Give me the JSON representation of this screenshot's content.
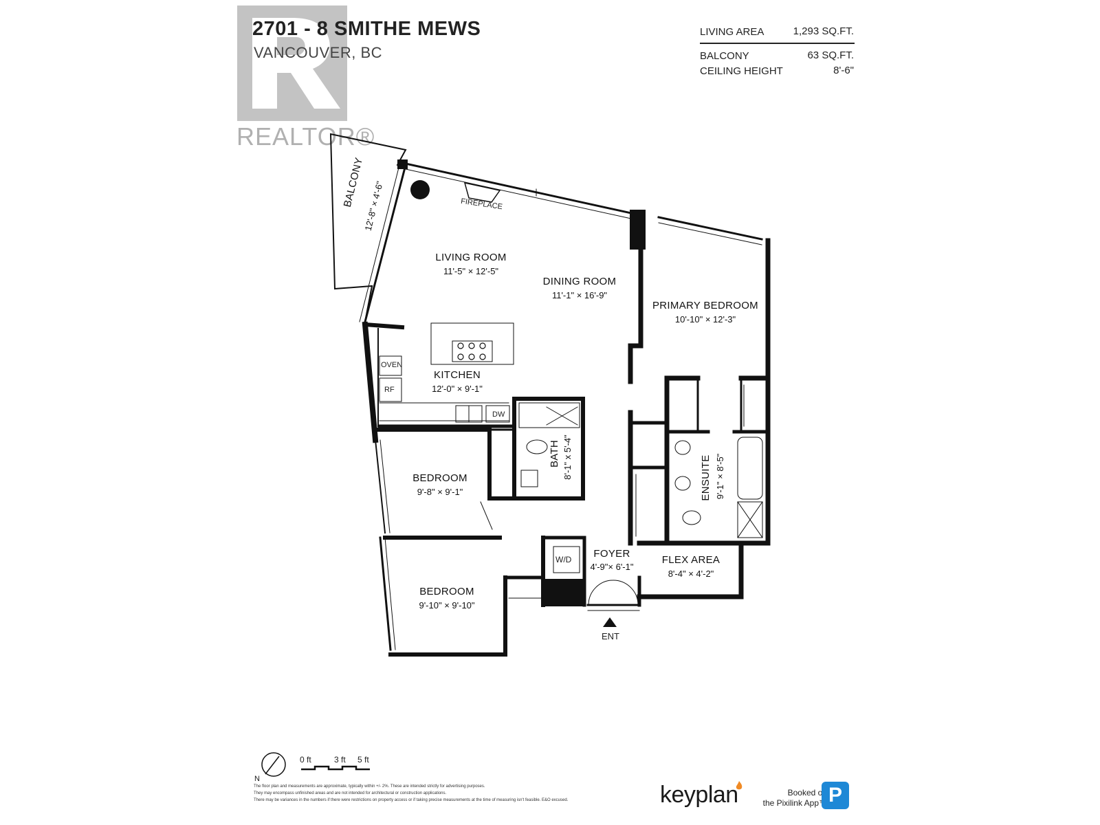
{
  "header": {
    "title": "2701 - 8 SMITHE MEWS",
    "subtitle": "VANCOUVER, BC"
  },
  "watermark": {
    "text": "REALTOR®"
  },
  "area_info": [
    {
      "label": "LIVING AREA",
      "value": "1,293 SQ.FT."
    },
    {
      "label": "BALCONY",
      "value": "63 SQ.FT."
    },
    {
      "label": "CEILING HEIGHT",
      "value": "8'-6\""
    }
  ],
  "rooms": {
    "balcony": {
      "name": "BALCONY",
      "dims": "12'-8\" × 4'-6\""
    },
    "fireplace": {
      "name": "FIREPLACE"
    },
    "living": {
      "name": "LIVING ROOM",
      "dims": "11'-5\" × 12'-5\""
    },
    "dining": {
      "name": "DINING ROOM",
      "dims": "11'-1\" × 16'-9\""
    },
    "primary": {
      "name": "PRIMARY BEDROOM",
      "dims": "10'-10\" × 12'-3\""
    },
    "kitchen": {
      "name": "KITCHEN",
      "dims": "12'-0\" × 9'-1\""
    },
    "oven": {
      "name": "OVEN"
    },
    "rf": {
      "name": "RF"
    },
    "dw": {
      "name": "DW"
    },
    "bath": {
      "name": "BATH",
      "dims": "8'-1\" x 5'-4\""
    },
    "bedroom1": {
      "name": "BEDROOM",
      "dims": "9'-8\" × 9'-1\""
    },
    "ensuite": {
      "name": "ENSUITE",
      "dims": "9'-1\" × 8'-5\""
    },
    "wd": {
      "name": "W/D"
    },
    "foyer": {
      "name": "FOYER",
      "dims": "4'-9\"× 6'-1\""
    },
    "flex": {
      "name": "FLEX AREA",
      "dims": "8'-4\" × 4'-2\""
    },
    "bedroom2": {
      "name": "BEDROOM",
      "dims": "9'-10\" × 9'-10\""
    },
    "ent": {
      "name": "ENT"
    }
  },
  "scale": {
    "compass": "N",
    "labels": [
      "0 ft",
      "3 ft",
      "5 ft"
    ]
  },
  "disclaimer": [
    "The floor plan and measurements are approximate, typically within +/- 2%. These are intended strictly for advertising purposes.",
    "They may encompass unfinished areas and are not intended for architectural or construction applications.",
    "There may be variances in the numbers if there were restrictions on property access or if taking precise measurements at the time of measuring isn't feasible. E&O excused."
  ],
  "footer": {
    "brand": "keyplan",
    "booked_line1": "Booked on",
    "booked_line2": "the Pixilink App™",
    "badge": "P"
  },
  "colors": {
    "wall": "#111111",
    "watermark": "#b0b0b0",
    "badge": "#1e88d6",
    "brand_accent": "#f08a24"
  }
}
